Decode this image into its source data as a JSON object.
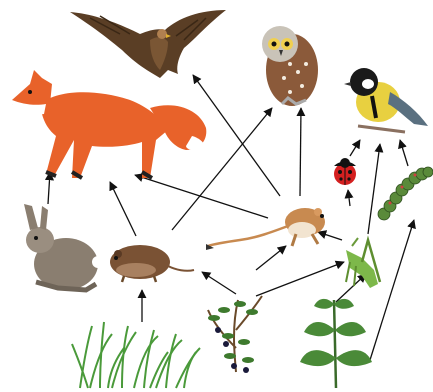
{
  "diagram": {
    "type": "food-web",
    "organisms": [
      {
        "id": "eagle",
        "name": "eagle",
        "icon": "eagle-icon"
      },
      {
        "id": "owl",
        "name": "owl",
        "icon": "owl-icon"
      },
      {
        "id": "fox",
        "name": "fox",
        "icon": "fox-icon"
      },
      {
        "id": "tit",
        "name": "great tit",
        "icon": "bird-icon"
      },
      {
        "id": "ladybug",
        "name": "ladybug",
        "icon": "ladybug-icon"
      },
      {
        "id": "caterpillar",
        "name": "caterpillar",
        "icon": "caterpillar-icon"
      },
      {
        "id": "hare",
        "name": "hare",
        "icon": "hare-icon"
      },
      {
        "id": "jerboa",
        "name": "jerboa",
        "icon": "jerboa-icon"
      },
      {
        "id": "vole",
        "name": "vole",
        "icon": "vole-icon"
      },
      {
        "id": "grasshopper",
        "name": "grasshopper",
        "icon": "grasshopper-icon"
      },
      {
        "id": "blueberry",
        "name": "blueberry",
        "icon": "blueberry-plant-icon"
      },
      {
        "id": "grass",
        "name": "grass",
        "icon": "grass-icon"
      },
      {
        "id": "nettle",
        "name": "nettle",
        "icon": "nettle-plant-icon"
      }
    ],
    "links": [
      {
        "from": "hare",
        "to": "fox"
      },
      {
        "from": "vole",
        "to": "fox"
      },
      {
        "from": "jerboa",
        "to": "fox"
      },
      {
        "from": "vole",
        "to": "owl"
      },
      {
        "from": "jerboa",
        "to": "owl"
      },
      {
        "from": "jerboa",
        "to": "eagle"
      },
      {
        "from": "grass",
        "to": "vole"
      },
      {
        "from": "blueberry",
        "to": "vole"
      },
      {
        "from": "blueberry",
        "to": "jerboa"
      },
      {
        "from": "blueberry",
        "to": "grasshopper"
      },
      {
        "from": "grasshopper",
        "to": "jerboa"
      },
      {
        "from": "grasshopper",
        "to": "tit"
      },
      {
        "from": "ladybug",
        "to": "tit"
      },
      {
        "from": "caterpillar",
        "to": "tit"
      },
      {
        "from": "nettle",
        "to": "grasshopper"
      },
      {
        "from": "nettle",
        "to": "caterpillar"
      }
    ]
  }
}
